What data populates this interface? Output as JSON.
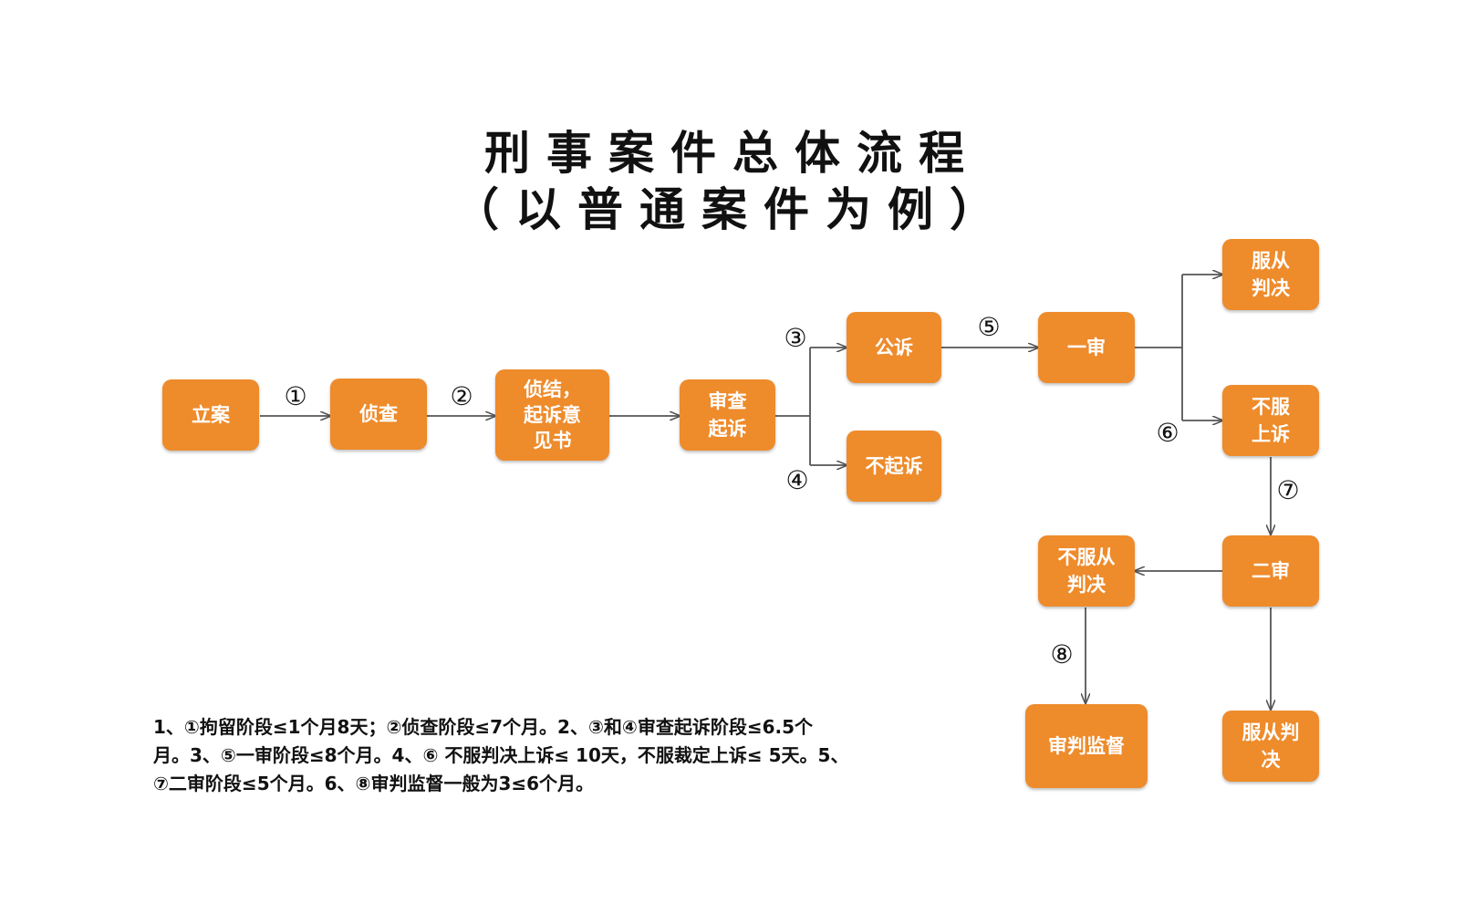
{
  "title": {
    "line1": "刑事案件总体流程",
    "line2": "（以普通案件为例）"
  },
  "nodes": {
    "lian": "立案",
    "zhencha": "侦查",
    "zhenjie": "侦结，\n起诉意\n见书",
    "shencha": "审查\n起诉",
    "gongsu": "公诉",
    "buqisu": "不起诉",
    "yishen": "一审",
    "fucong_top": "服从\n判决",
    "bufu_shangsu": "不服\n上诉",
    "ershen": "二审",
    "bufucong": "不服从\n判决",
    "shenpan_jiandu": "审判监督",
    "fucong_bottom": "服从判\n决"
  },
  "steps": {
    "s1": "①",
    "s2": "②",
    "s3": "③",
    "s4": "④",
    "s5": "⑤",
    "s6": "⑥",
    "s7": "⑦",
    "s8": "⑧"
  },
  "notes": {
    "line1": "1、①拘留阶段≤1个月8天；②侦查阶段≤7个月。2、③和④审查起诉阶段≤6.5个",
    "line2": "月。3、⑤一审阶段≤8个月。4、⑥ 不服判决上诉≤ 10天，不服裁定上诉≤ 5天。5、",
    "line3": "⑦二审阶段≤5个月。6、⑧审判监督一般为3≤6个月。"
  },
  "colors": {
    "node_fill": "#ee8b2b",
    "arrow": "#555555",
    "text": "#111111"
  }
}
